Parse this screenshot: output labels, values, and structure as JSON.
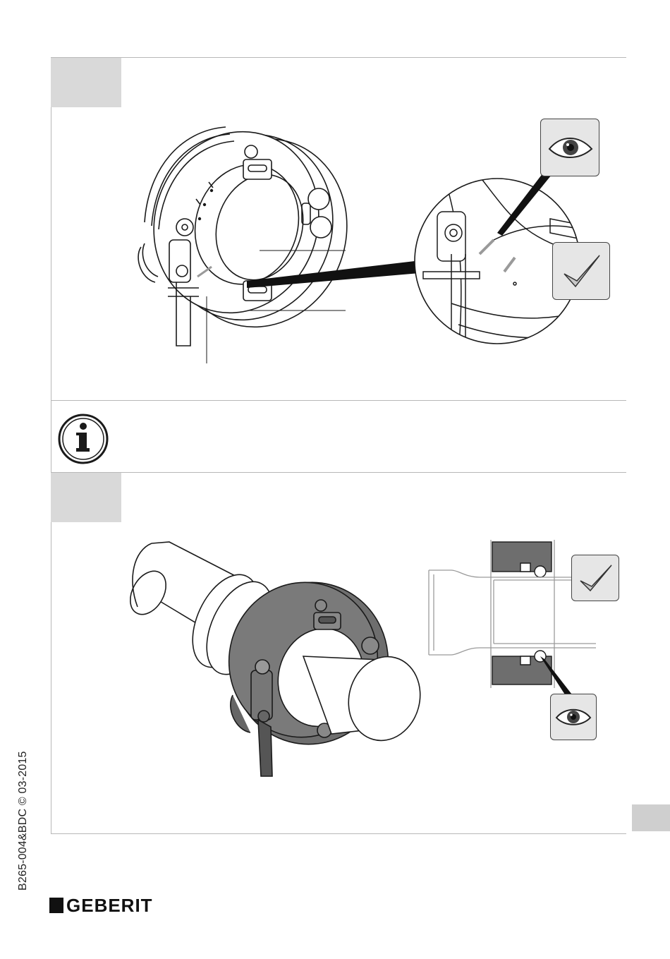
{
  "document": {
    "side_code": "B265-004&BDC © 03-2015",
    "brand": "GEBERIT",
    "sections": [
      {
        "id": "step-1",
        "step_number": ""
      },
      {
        "id": "info",
        "note": ""
      },
      {
        "id": "step-2",
        "step_number": ""
      }
    ]
  },
  "icons": {
    "eye_top": "eye-icon",
    "check_top": "checkmark-icon",
    "info": "info-icon",
    "check_bottom": "checkmark-icon",
    "eye_bottom": "eye-icon"
  }
}
